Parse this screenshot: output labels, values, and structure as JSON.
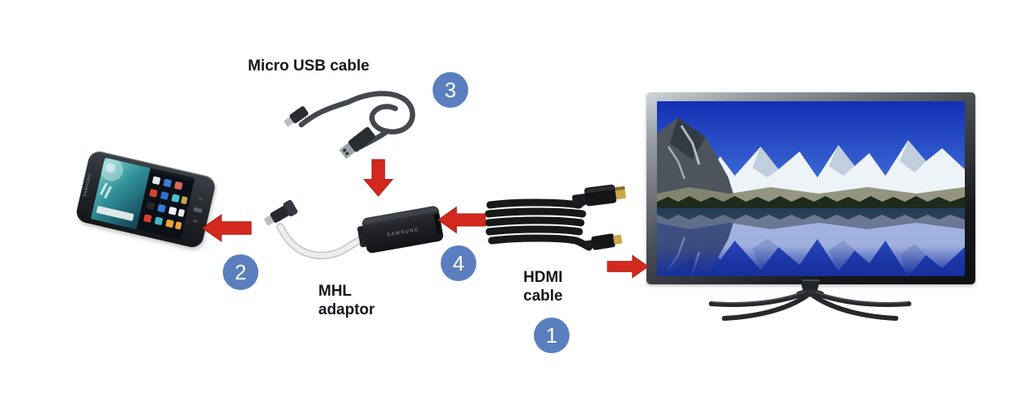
{
  "diagram": {
    "background_color": "#ffffff",
    "arrow_color": "#d2281e",
    "badge_color": "#5b7fbe",
    "label_color": "#15161d"
  },
  "labels": {
    "micro_usb_cable": "Micro USB cable",
    "mhl_adaptor": "MHL\nadaptor",
    "hdmi_cable": "HDMI\ncable"
  },
  "badges": [
    {
      "number": "1"
    },
    {
      "number": "2"
    },
    {
      "number": "3"
    },
    {
      "number": "4"
    }
  ],
  "devices": {
    "phone_brand": "SAMSUNG",
    "adaptor_brand": "SAMSUNG"
  },
  "icons": {
    "arrow_to_tv": "arrow-right-icon",
    "arrow_to_phone": "arrow-left-icon",
    "arrow_usb_to_adaptor": "arrow-down-icon",
    "arrow_hdmi_to_adaptor": "arrow-left-icon"
  }
}
